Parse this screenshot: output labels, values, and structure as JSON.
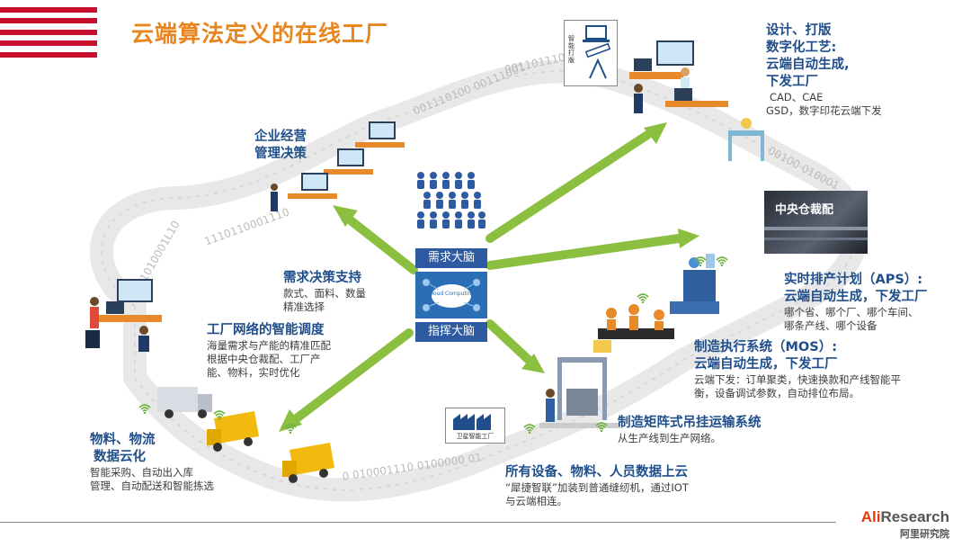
{
  "title": "云端算法定义的在线工厂",
  "center": {
    "demand_brain": "需求大脑",
    "command_brain": "指挥大脑",
    "cloud_label": "Cloud Computing"
  },
  "nodes": {
    "design": {
      "heading1": "设计、打版",
      "heading2": "数字化工艺:",
      "heading3": "云端自动生成,",
      "heading4": "下发工厂",
      "line1": "CAD、CAE",
      "line2": "GSD，数字印花云端下发",
      "sign": "智能打版"
    },
    "central_warehouse": {
      "label": "中央仓裁配"
    },
    "aps": {
      "heading1": "实时排产计划（APS）:",
      "heading2": "云端自动生成，下发工厂",
      "line1": "哪个省、哪个厂、哪个车间、",
      "line2": "哪条产线、哪个设备"
    },
    "mos": {
      "heading1": "制造执行系统（MOS）:",
      "heading2": "云端自动生成，下发工厂",
      "line1": "云端下发：订单聚类，快速换款和产线智能平",
      "line2": "衡，设备调试参数，自动排位布局。"
    },
    "transport": {
      "heading": "制造矩阵式吊挂运输系统",
      "line1": "从生产线到生产网络。"
    },
    "cloud_data": {
      "heading": "所有设备、物料、人员数据上云",
      "line1": "“犀捷智联”加装到普通缝纫机，通过IOT",
      "line2": "与云端相连。",
      "sign": "卫星智能工厂"
    },
    "logistics": {
      "heading1": "物料、物流",
      "heading2": "数据云化",
      "line1": "智能采购、自动出入库",
      "line2": "管理、自动配送和智能拣选"
    },
    "network": {
      "heading": "工厂网络的智能调度",
      "line1": "海量需求与产能的精准匹配",
      "line2": "根据中央仓裁配、工厂产",
      "line3": "能、物料，实时优化"
    },
    "demand_support": {
      "heading": "需求决策支持",
      "line1": "款式、面料、数量",
      "line2": "精准选择"
    },
    "management": {
      "heading1": "企业经营",
      "heading2": "管理决策"
    }
  },
  "binary_strings": [
    "001110100 00111001",
    "00110111000 LL0LL",
    "00100 010001",
    "0 010001110 0100000 01",
    "1010001L10",
    "1110110001110"
  ],
  "logo": {
    "brand_ali": "Ali",
    "brand_rest": "Research",
    "cn": "阿里研究院"
  },
  "colors": {
    "accent_title": "#e8851d",
    "heading_blue": "#1f4e8a",
    "arrow_green": "#7cb342",
    "brand_red": "#c8102e"
  }
}
